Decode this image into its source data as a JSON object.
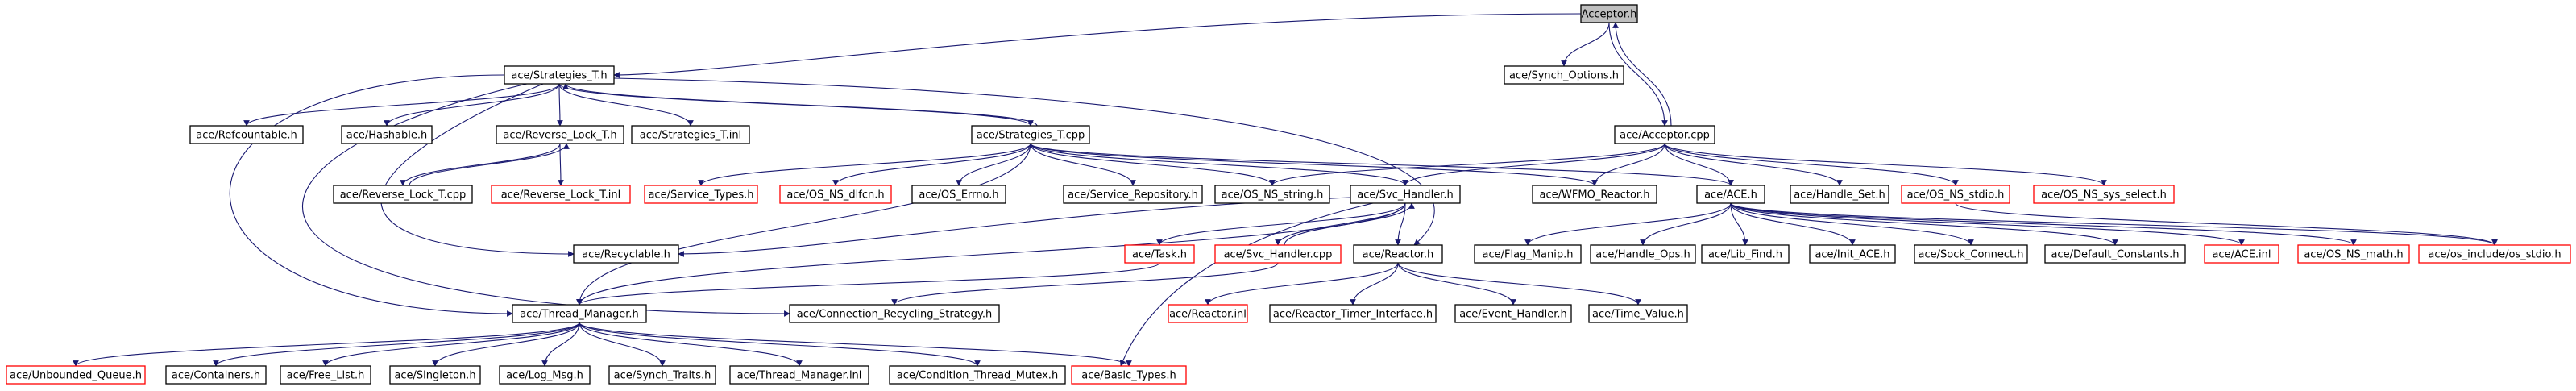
{
  "colors": {
    "background": "#ffffff",
    "node_border": "#000000",
    "node_border_external": "#ff0000",
    "root_fill": "#bfbfbf",
    "edge": "#191970",
    "text": "#000000"
  },
  "nodes": [
    {
      "id": "acceptor_h",
      "label": "Acceptor.h",
      "kind": "root"
    },
    {
      "id": "strategies_t_h",
      "label": "ace/Strategies_T.h",
      "kind": "normal"
    },
    {
      "id": "synch_options_h",
      "label": "ace/Synch_Options.h",
      "kind": "normal"
    },
    {
      "id": "acceptor_cpp",
      "label": "ace/Acceptor.cpp",
      "kind": "normal"
    },
    {
      "id": "refcountable_h",
      "label": "ace/Refcountable.h",
      "kind": "normal"
    },
    {
      "id": "hashable_h",
      "label": "ace/Hashable.h",
      "kind": "normal"
    },
    {
      "id": "reverse_lock_t_h",
      "label": "ace/Reverse_Lock_T.h",
      "kind": "normal"
    },
    {
      "id": "strategies_t_inl",
      "label": "ace/Strategies_T.inl",
      "kind": "normal"
    },
    {
      "id": "strategies_t_cpp",
      "label": "ace/Strategies_T.cpp",
      "kind": "normal"
    },
    {
      "id": "reverse_lock_t_cpp",
      "label": "ace/Reverse_Lock_T.cpp",
      "kind": "normal"
    },
    {
      "id": "reverse_lock_t_inl",
      "label": "ace/Reverse_Lock_T.inl",
      "kind": "external"
    },
    {
      "id": "service_types_h",
      "label": "ace/Service_Types.h",
      "kind": "external"
    },
    {
      "id": "os_ns_dlfcn_h",
      "label": "ace/OS_NS_dlfcn.h",
      "kind": "external"
    },
    {
      "id": "os_errno_h",
      "label": "ace/OS_Errno.h",
      "kind": "normal"
    },
    {
      "id": "service_repository_h",
      "label": "ace/Service_Repository.h",
      "kind": "normal"
    },
    {
      "id": "os_ns_string_h",
      "label": "ace/OS_NS_string.h",
      "kind": "normal"
    },
    {
      "id": "svc_handler_h",
      "label": "ace/Svc_Handler.h",
      "kind": "normal"
    },
    {
      "id": "wfmo_reactor_h",
      "label": "ace/WFMO_Reactor.h",
      "kind": "normal"
    },
    {
      "id": "ace_h",
      "label": "ace/ACE.h",
      "kind": "normal"
    },
    {
      "id": "handle_set_h",
      "label": "ace/Handle_Set.h",
      "kind": "normal"
    },
    {
      "id": "os_ns_stdio_h",
      "label": "ace/OS_NS_stdio.h",
      "kind": "external"
    },
    {
      "id": "os_ns_sys_select_h",
      "label": "ace/OS_NS_sys_select.h",
      "kind": "external"
    },
    {
      "id": "recyclable_h",
      "label": "ace/Recyclable.h",
      "kind": "normal"
    },
    {
      "id": "task_h",
      "label": "ace/Task.h",
      "kind": "external"
    },
    {
      "id": "svc_handler_cpp",
      "label": "ace/Svc_Handler.cpp",
      "kind": "external"
    },
    {
      "id": "reactor_h",
      "label": "ace/Reactor.h",
      "kind": "normal"
    },
    {
      "id": "flag_manip_h",
      "label": "ace/Flag_Manip.h",
      "kind": "normal"
    },
    {
      "id": "handle_ops_h",
      "label": "ace/Handle_Ops.h",
      "kind": "normal"
    },
    {
      "id": "lib_find_h",
      "label": "ace/Lib_Find.h",
      "kind": "normal"
    },
    {
      "id": "init_ace_h",
      "label": "ace/Init_ACE.h",
      "kind": "normal"
    },
    {
      "id": "sock_connect_h",
      "label": "ace/Sock_Connect.h",
      "kind": "normal"
    },
    {
      "id": "default_constants_h",
      "label": "ace/Default_Constants.h",
      "kind": "normal"
    },
    {
      "id": "ace_inl",
      "label": "ace/ACE.inl",
      "kind": "external"
    },
    {
      "id": "os_ns_math_h",
      "label": "ace/OS_NS_math.h",
      "kind": "external"
    },
    {
      "id": "os_include_os_stdio_h",
      "label": "ace/os_include/os_stdio.h",
      "kind": "external"
    },
    {
      "id": "thread_manager_h",
      "label": "ace/Thread_Manager.h",
      "kind": "normal"
    },
    {
      "id": "connection_recycling_strategy_h",
      "label": "ace/Connection_Recycling_Strategy.h",
      "kind": "normal"
    },
    {
      "id": "reactor_inl",
      "label": "ace/Reactor.inl",
      "kind": "external"
    },
    {
      "id": "reactor_timer_interface_h",
      "label": "ace/Reactor_Timer_Interface.h",
      "kind": "normal"
    },
    {
      "id": "event_handler_h",
      "label": "ace/Event_Handler.h",
      "kind": "normal"
    },
    {
      "id": "time_value_h",
      "label": "ace/Time_Value.h",
      "kind": "normal"
    },
    {
      "id": "unbounded_queue_h",
      "label": "ace/Unbounded_Queue.h",
      "kind": "external"
    },
    {
      "id": "containers_h",
      "label": "ace/Containers.h",
      "kind": "normal"
    },
    {
      "id": "free_list_h",
      "label": "ace/Free_List.h",
      "kind": "normal"
    },
    {
      "id": "singleton_h",
      "label": "ace/Singleton.h",
      "kind": "normal"
    },
    {
      "id": "log_msg_h",
      "label": "ace/Log_Msg.h",
      "kind": "normal"
    },
    {
      "id": "synch_traits_h",
      "label": "ace/Synch_Traits.h",
      "kind": "normal"
    },
    {
      "id": "thread_manager_inl",
      "label": "ace/Thread_Manager.inl",
      "kind": "normal"
    },
    {
      "id": "condition_thread_mutex_h",
      "label": "ace/Condition_Thread_Mutex.h",
      "kind": "normal"
    },
    {
      "id": "basic_types_h",
      "label": "ace/Basic_Types.h",
      "kind": "external"
    }
  ],
  "edges": [
    [
      "acceptor_h",
      "strategies_t_h"
    ],
    [
      "acceptor_h",
      "synch_options_h"
    ],
    [
      "acceptor_h",
      "acceptor_cpp"
    ],
    [
      "acceptor_cpp",
      "acceptor_h"
    ],
    [
      "strategies_t_h",
      "refcountable_h"
    ],
    [
      "strategies_t_h",
      "hashable_h"
    ],
    [
      "strategies_t_h",
      "reverse_lock_t_h"
    ],
    [
      "strategies_t_h",
      "strategies_t_inl"
    ],
    [
      "strategies_t_h",
      "strategies_t_cpp"
    ],
    [
      "strategies_t_cpp",
      "strategies_t_h"
    ],
    [
      "strategies_t_h",
      "recyclable_h"
    ],
    [
      "strategies_t_h",
      "thread_manager_h"
    ],
    [
      "strategies_t_h",
      "connection_recycling_strategy_h"
    ],
    [
      "strategies_t_h",
      "reactor_h"
    ],
    [
      "reverse_lock_t_h",
      "reverse_lock_t_cpp"
    ],
    [
      "reverse_lock_t_cpp",
      "reverse_lock_t_h"
    ],
    [
      "reverse_lock_t_h",
      "reverse_lock_t_inl"
    ],
    [
      "strategies_t_cpp",
      "service_types_h"
    ],
    [
      "strategies_t_cpp",
      "os_ns_dlfcn_h"
    ],
    [
      "strategies_t_cpp",
      "os_errno_h"
    ],
    [
      "strategies_t_cpp",
      "service_repository_h"
    ],
    [
      "strategies_t_cpp",
      "os_ns_string_h"
    ],
    [
      "strategies_t_cpp",
      "svc_handler_h"
    ],
    [
      "strategies_t_cpp",
      "wfmo_reactor_h"
    ],
    [
      "strategies_t_cpp",
      "ace_h"
    ],
    [
      "strategies_t_cpp",
      "thread_manager_h"
    ],
    [
      "acceptor_cpp",
      "os_ns_string_h"
    ],
    [
      "acceptor_cpp",
      "svc_handler_h"
    ],
    [
      "acceptor_cpp",
      "wfmo_reactor_h"
    ],
    [
      "acceptor_cpp",
      "ace_h"
    ],
    [
      "acceptor_cpp",
      "handle_set_h"
    ],
    [
      "acceptor_cpp",
      "os_ns_stdio_h"
    ],
    [
      "acceptor_cpp",
      "os_ns_sys_select_h"
    ],
    [
      "svc_handler_h",
      "recyclable_h"
    ],
    [
      "svc_handler_h",
      "task_h"
    ],
    [
      "svc_handler_h",
      "svc_handler_cpp"
    ],
    [
      "svc_handler_cpp",
      "svc_handler_h"
    ],
    [
      "svc_handler_h",
      "reactor_h"
    ],
    [
      "svc_handler_h",
      "basic_types_h"
    ],
    [
      "svc_handler_h",
      "thread_manager_h"
    ],
    [
      "task_h",
      "thread_manager_h"
    ],
    [
      "svc_handler_cpp",
      "connection_recycling_strategy_h"
    ],
    [
      "ace_h",
      "flag_manip_h"
    ],
    [
      "ace_h",
      "handle_ops_h"
    ],
    [
      "ace_h",
      "lib_find_h"
    ],
    [
      "ace_h",
      "init_ace_h"
    ],
    [
      "ace_h",
      "sock_connect_h"
    ],
    [
      "ace_h",
      "default_constants_h"
    ],
    [
      "ace_h",
      "ace_inl"
    ],
    [
      "ace_h",
      "os_ns_math_h"
    ],
    [
      "ace_h",
      "os_include_os_stdio_h"
    ],
    [
      "os_ns_stdio_h",
      "os_include_os_stdio_h"
    ],
    [
      "reactor_h",
      "reactor_inl"
    ],
    [
      "reactor_h",
      "reactor_timer_interface_h"
    ],
    [
      "reactor_h",
      "event_handler_h"
    ],
    [
      "reactor_h",
      "time_value_h"
    ],
    [
      "thread_manager_h",
      "unbounded_queue_h"
    ],
    [
      "thread_manager_h",
      "containers_h"
    ],
    [
      "thread_manager_h",
      "free_list_h"
    ],
    [
      "thread_manager_h",
      "singleton_h"
    ],
    [
      "thread_manager_h",
      "log_msg_h"
    ],
    [
      "thread_manager_h",
      "synch_traits_h"
    ],
    [
      "thread_manager_h",
      "thread_manager_inl"
    ],
    [
      "thread_manager_h",
      "condition_thread_mutex_h"
    ],
    [
      "thread_manager_h",
      "basic_types_h"
    ]
  ]
}
